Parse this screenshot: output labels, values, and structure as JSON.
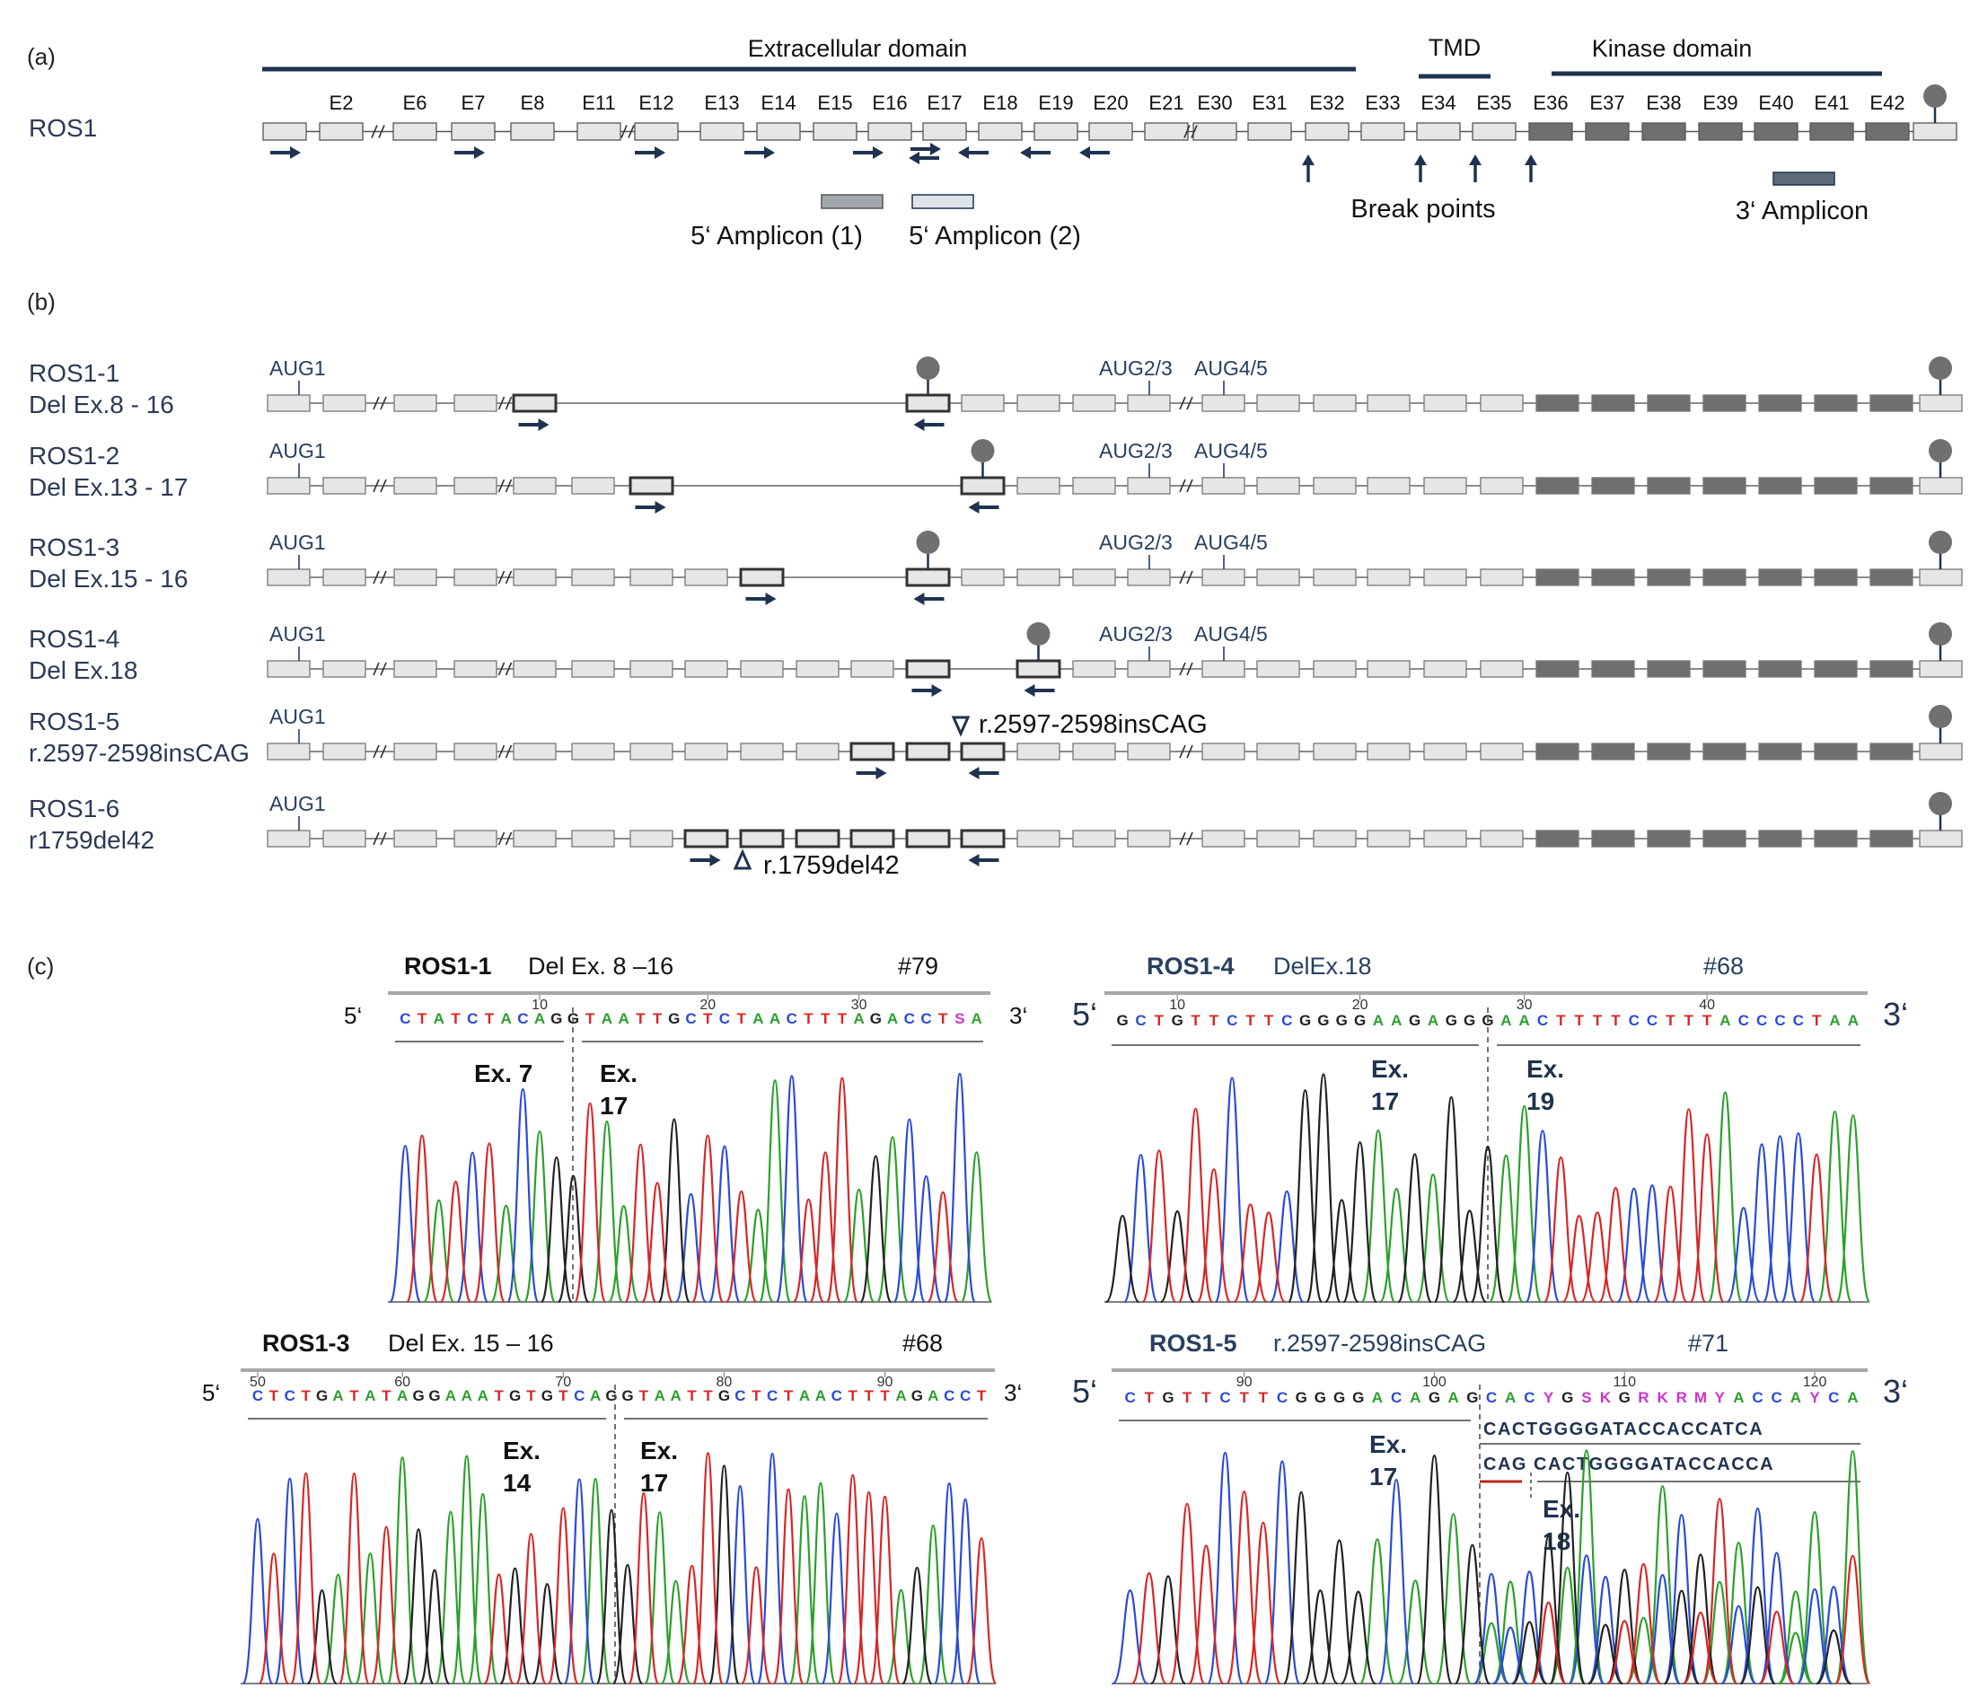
{
  "panels": {
    "a": "(a)",
    "b": "(b)",
    "c": "(c)"
  },
  "colors": {
    "navy": "#1f3350",
    "exon_fill": "#e6e6e6",
    "kinase_fill": "#6f6f6f",
    "amplicon1": "#a3a8ad",
    "amplicon2": "#dfe4e9",
    "base_A": "#2ca02c",
    "base_C": "#2b4bd6",
    "base_G": "#222222",
    "base_T": "#d62728"
  },
  "panel_a": {
    "gene": "ROS1",
    "domains": {
      "extracellular": "Extracellular domain",
      "tmd": "TMD",
      "kinase": "Kinase domain"
    },
    "exon_labels": [
      "E2",
      "E6",
      "E7",
      "E8",
      "E11",
      "E12",
      "E13",
      "E14",
      "E15",
      "E16",
      "E17",
      "E18",
      "E19",
      "E20",
      "E21",
      "E30",
      "E31",
      "E32",
      "E33",
      "E34",
      "E35",
      "E36",
      "E37",
      "E38",
      "E39",
      "E40",
      "E41",
      "E42"
    ],
    "amplicon_5_1": "5‘ Amplicon (1)",
    "amplicon_5_2": "5‘ Amplicon (2)",
    "break_points": "Break points",
    "amplicon_3": "3‘ Amplicon"
  },
  "panel_b": {
    "aug1": "AUG1",
    "aug23": "AUG2/3",
    "aug45": "AUG4/5",
    "variants": [
      {
        "name": "ROS1-1",
        "desc": "Del Ex.8 - 16",
        "aug23": true
      },
      {
        "name": "ROS1-2",
        "desc": "Del Ex.13 - 17",
        "aug23": true
      },
      {
        "name": "ROS1-3",
        "desc": "Del Ex.15 - 16",
        "aug23": true
      },
      {
        "name": "ROS1-4",
        "desc": "Del Ex.18",
        "aug23": true
      },
      {
        "name": "ROS1-5",
        "desc": "r.2597-2598insCAG",
        "aug23": false
      },
      {
        "name": "ROS1-6",
        "desc": "r1759del42",
        "aug23": false
      }
    ],
    "ins_label": "r.2597-2598insCAG",
    "del_label": "r.1759del42"
  },
  "panel_c": {
    "traces": [
      {
        "title": "ROS1-1",
        "desc": "Del Ex. 8 –16",
        "id": "#79",
        "five": "5‘",
        "three": "3‘",
        "seq": "CTATCTACAGGTAATTGCTCTAACTTTAGACCTSA",
        "ticks": [
          {
            "n": "10",
            "i": 8
          },
          {
            "n": "20",
            "i": 18
          },
          {
            "n": "30",
            "i": 27
          }
        ],
        "left_label": [
          "Ex. 7"
        ],
        "right_label": [
          "Ex.",
          "17"
        ]
      },
      {
        "title": "ROS1-4",
        "desc": "DelEx.18",
        "id": "#68",
        "five": "5‘",
        "three": "3‘",
        "seq": "GCTGTTCTTCGGGGAAGAGGGAACTTTTCCTTTACCCCTAA",
        "ticks": [
          {
            "n": "10",
            "i": 3
          },
          {
            "n": "20",
            "i": 13
          },
          {
            "n": "30",
            "i": 22
          },
          {
            "n": "40",
            "i": 32
          }
        ],
        "left_label": [
          "Ex.",
          "17"
        ],
        "right_label": [
          "Ex.",
          "19"
        ]
      },
      {
        "title": "ROS1-3",
        "desc": "Del Ex. 15 – 16",
        "id": "#68",
        "five": "5‘",
        "three": "3‘",
        "seq": "CTCTGATATAGGAAATGTGTCAGGTAATTGCTCTAACTTTAGACCT",
        "ticks": [
          {
            "n": "50",
            "i": 0
          },
          {
            "n": "60",
            "i": 9
          },
          {
            "n": "70",
            "i": 19
          },
          {
            "n": "80",
            "i": 29
          },
          {
            "n": "90",
            "i": 39
          }
        ],
        "left_label": [
          "Ex.",
          "14"
        ],
        "right_label": [
          "Ex.",
          "17"
        ]
      },
      {
        "title": "ROS1-5",
        "desc": "r.2597-2598insCAG",
        "id": "#71",
        "five": "5‘",
        "three": "3‘",
        "seq": "CTGTTCTTCGGGGACAGAGCACYGSKGRKRMYACCAYCA",
        "ticks": [
          {
            "n": "90",
            "i": 6
          },
          {
            "n": "100",
            "i": 16
          },
          {
            "n": "110",
            "i": 26
          },
          {
            "n": "120",
            "i": 36
          }
        ],
        "left_label": [
          "Ex.",
          "17"
        ],
        "right_label": [
          "Ex.",
          "18"
        ],
        "allele1": "CACTGGGGATACCACCATCA",
        "allele2": "CAG CACTGGGGATACCACCA"
      }
    ]
  }
}
